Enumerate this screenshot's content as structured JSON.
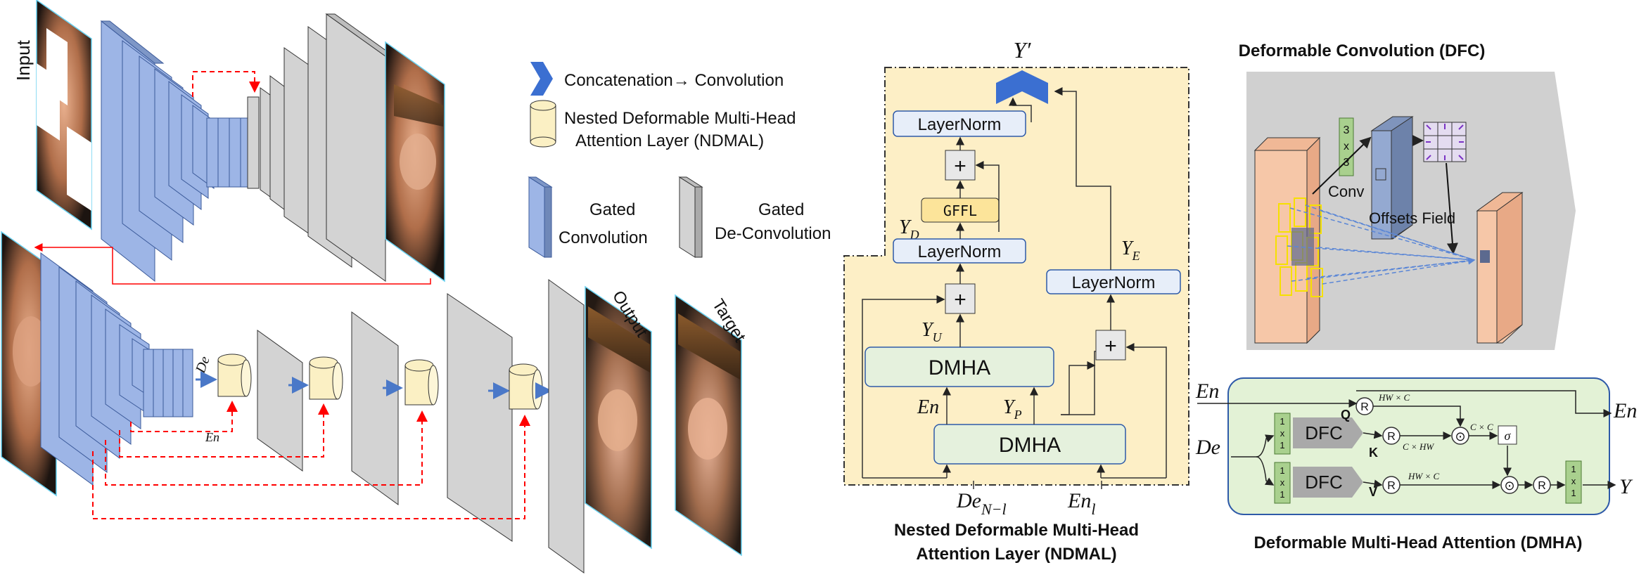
{
  "colors": {
    "gated_conv": "#9db5e6",
    "gated_deconv": "#d3d3d3",
    "attention_cyl": "#fbf0c4",
    "ndmal_bg": "#fdefc6",
    "dmha_bg": "#e3f2d6",
    "dmha_box": "#e5f1dd",
    "layernorm_box": "#e7eef9",
    "gffl_box": "#fce49a",
    "dfc_panel": "#d0d0d0",
    "skip_arrow": "#ff0000",
    "flow_arrow": "#4a78c8"
  },
  "left": {
    "input_label": "Input",
    "output_label": "Output",
    "target_label": "Target",
    "de_label": "De",
    "en_label": "En"
  },
  "legend": {
    "concat": "Concatenation→ Convolution",
    "ndmal_line1": "Nested Deformable Multi-Head",
    "ndmal_line2": "Attention Layer (NDMAL)",
    "gated_conv_line1": "Gated",
    "gated_conv_line2": "Convolution",
    "gated_deconv_line1": "Gated",
    "gated_deconv_line2": "De-Convolution"
  },
  "ndmal": {
    "y_prime": "Y′",
    "layernorm_top": "LayerNorm",
    "plus": "+",
    "gffl": "GFFL",
    "y_d": "Y",
    "y_d_sub": "D",
    "layernorm_mid": "LayerNorm",
    "y_u": "Y",
    "y_u_sub": "U",
    "dmha_top": "DMHA",
    "en": "En",
    "y_p": "Y",
    "y_p_sub": "P",
    "dmha_bottom": "DMHA",
    "y_e": "Y",
    "y_e_sub": "E",
    "layernorm_right": "LayerNorm",
    "de_in": "De",
    "de_in_sub": "N−l",
    "en_in": "En",
    "en_in_sub": "l",
    "caption_line1": "Nested Deformable Multi-Head",
    "caption_line2": "Attention Layer (NDMAL)"
  },
  "dfc": {
    "title": "Deformable Convolution (DFC)",
    "kernel_3a": "3",
    "kernel_x": "x",
    "kernel_3b": "3",
    "conv_label": "Conv",
    "offsets_label": "Offsets Field"
  },
  "dmha": {
    "title": "Deformable Multi-Head Attention (DMHA)",
    "en_in": "En",
    "en_out": "En",
    "de_in": "De",
    "y_out": "Y",
    "dfc_label": "DFC",
    "q": "Q",
    "k": "K",
    "v": "V",
    "r": "R",
    "dot": "⊙",
    "sigma": "σ",
    "hw_c": "HW × C",
    "c_hw": "C × HW",
    "c_c": "C × C",
    "one": "1",
    "x": "x"
  }
}
